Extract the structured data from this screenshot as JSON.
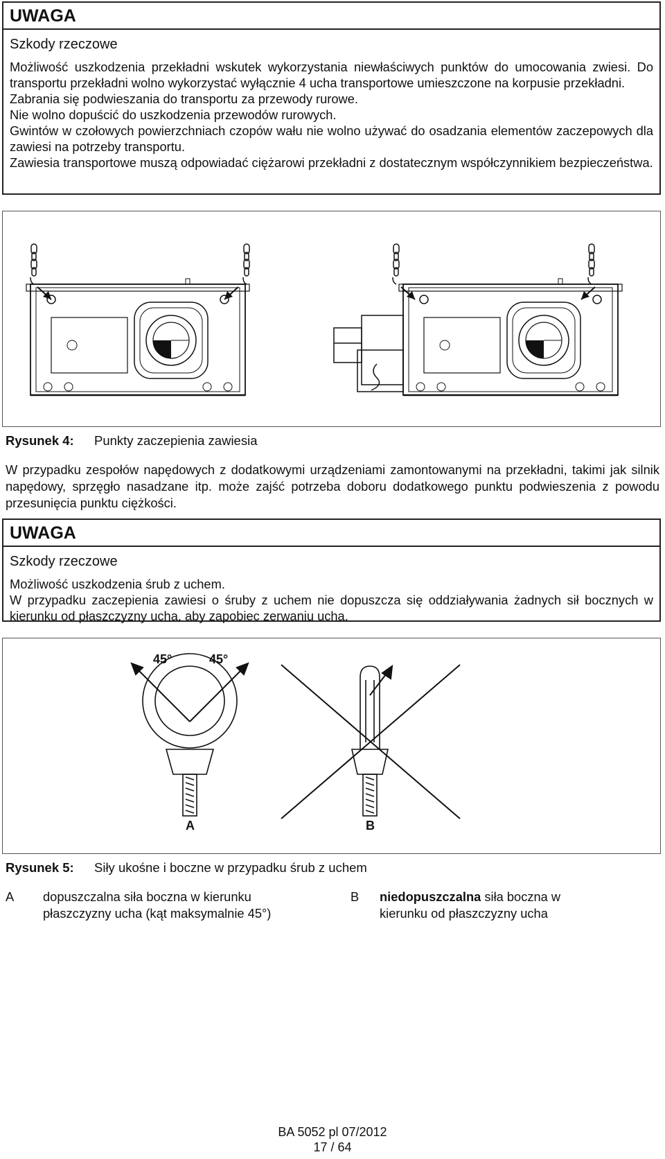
{
  "warning1": {
    "title": "UWAGA",
    "subtitle": "Szkody rzeczowe",
    "lines": [
      "Możliwość uszkodzenia przekładni wskutek wykorzystania niewłaściwych punktów do umocowania zwiesi. Do transportu przekładni wolno wykorzystać wyłącznie 4 ucha transportowe umieszczone na korpusie przekładni.",
      "Zabrania się podwieszania do transportu za przewody rurowe.",
      "Nie wolno dopuścić do uszkodzenia przewodów rurowych.",
      "Gwintów w czołowych powierzchniach czopów wału nie wolno używać do osadzania elementów zaczepowych dla zawiesi na potrzeby transportu.",
      "Zawiesia transportowe muszą odpowiadać ciężarowi przekładni z dostatecznym współczynnikiem bezpieczeństwa."
    ]
  },
  "figure4": {
    "label": "Rysunek 4:",
    "caption": "Punkty zaczepienia zawiesia"
  },
  "paragraph": "W przypadku zespołów napędowych z dodatkowymi urządzeniami zamontowanymi na przekładni, takimi jak silnik napędowy, sprzęgło nasadzane itp. może zajść potrzeba doboru dodatkowego punktu podwieszenia z powodu przesunięcia punktu ciężkości.",
  "warning2": {
    "title": "UWAGA",
    "subtitle": "Szkody rzeczowe",
    "lines": [
      "Możliwość uszkodzenia śrub z uchem.",
      "W przypadku zaczepienia zawiesi o śruby z uchem nie dopuszcza się oddziaływania żadnych sił bocznych w kierunku od płaszczyzny ucha, aby zapobiec zerwaniu ucha."
    ]
  },
  "figure5": {
    "label": "Rysunek 5:",
    "caption": "Siły ukośne i boczne w przypadku śrub z uchem",
    "angle_left": "45°",
    "angle_right": "45°",
    "marker_a": "A",
    "marker_b": "B"
  },
  "legend": {
    "a_key": "A",
    "a_desc": "dopuszczalna siła boczna w kierunku płaszczyzny ucha (kąt maksymalnie 45°)",
    "b_key": "B",
    "b_desc_bold": "niedopuszczalna",
    "b_desc_rest": " siła boczna w kierunku od płaszczyzny ucha"
  },
  "footer": {
    "doc": "BA 5052 pl 07/2012",
    "page": "17 / 64"
  }
}
